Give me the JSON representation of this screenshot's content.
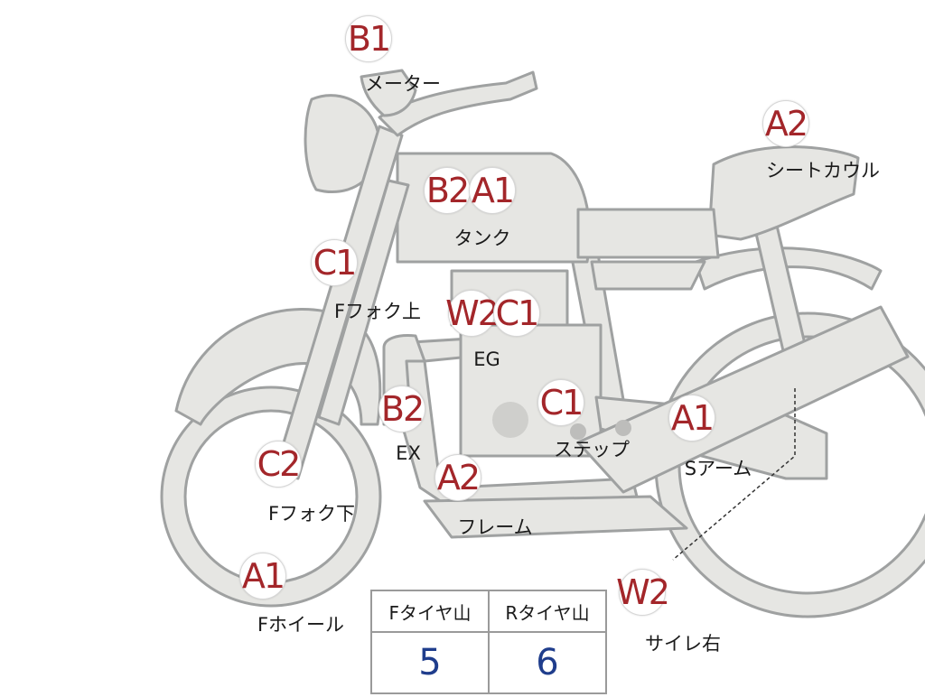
{
  "grades": {
    "meter": "B1",
    "seat_cowl": "A2",
    "tank_1": "B2",
    "tank_2": "A1",
    "f_fork_upper": "C1",
    "engine_1": "W2",
    "engine_2": "C1",
    "exhaust": "B2",
    "step": "C1",
    "swing_arm": "A1",
    "f_fork_lower": "C2",
    "frame": "A2",
    "f_wheel": "A1",
    "muffler_right": "W2"
  },
  "labels": {
    "meter": "メーター",
    "seat_cowl": "シートカウル",
    "tank": "タンク",
    "f_fork_upper": "Fフォク上",
    "engine": "EG",
    "exhaust": "EX",
    "step": "ステップ",
    "swing_arm": "Sアーム",
    "f_fork_lower": "Fフォク下",
    "frame": "フレーム",
    "f_wheel": "Fホイール",
    "muffler_right": "サイレ右"
  },
  "tire_table": {
    "front_header": "Fタイヤ山",
    "rear_header": "Rタイヤ山",
    "front_value": "5",
    "rear_value": "6"
  },
  "colors": {
    "grade_text": "#a3262a",
    "part_fill": "#e6e6e3",
    "part_stroke": "#9fa1a1",
    "table_value": "#1f3d8c"
  }
}
